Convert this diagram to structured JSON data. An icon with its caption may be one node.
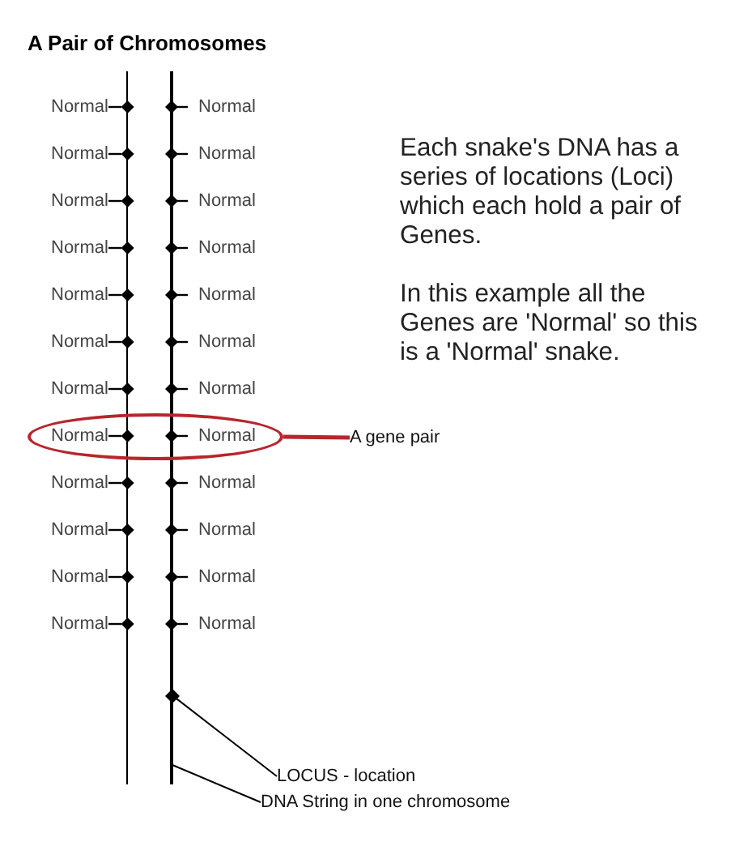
{
  "diagram": {
    "title": "A Pair of Chromosomes",
    "nodes": [
      {
        "text": [],
        "shape": "line"
      },
      {
        "text": [],
        "shape": "line"
      },
      {
        "text": [
          "Normal",
          "Normal"
        ]
      },
      {
        "text": [
          "A gene pair"
        ]
      },
      {
        "text": [],
        "shape": "diamond"
      },
      {
        "text": [
          "LOCUS - location"
        ]
      },
      {
        "text": [
          "DNA String in one chromosome"
        ]
      }
    ],
    "edges": [
      {
        "from": 3,
        "to": 2,
        "arrow": "none",
        "style": "thick",
        "color": "#b8252c"
      },
      {
        "from": 5,
        "to": 4,
        "arrow": "none"
      },
      {
        "from": 6,
        "to": 1,
        "arrow": "none"
      }
    ],
    "labels": [
      "Normal",
      "Normal",
      "Normal",
      "Normal",
      "Normal",
      "Normal",
      "Normal",
      "Normal",
      "Normal",
      "Normal",
      "Normal",
      "Normal",
      "Normal",
      "Normal",
      "Normal",
      "Normal",
      "Normal",
      "Normal",
      "Normal",
      "Normal",
      "Normal",
      "Normal",
      "Each snake's DNA has a series of locations (Loci) which each hold a pair of Genes.",
      "In this example all the Genes are 'Normal' so this is a 'Normal' snake."
    ]
  }
}
